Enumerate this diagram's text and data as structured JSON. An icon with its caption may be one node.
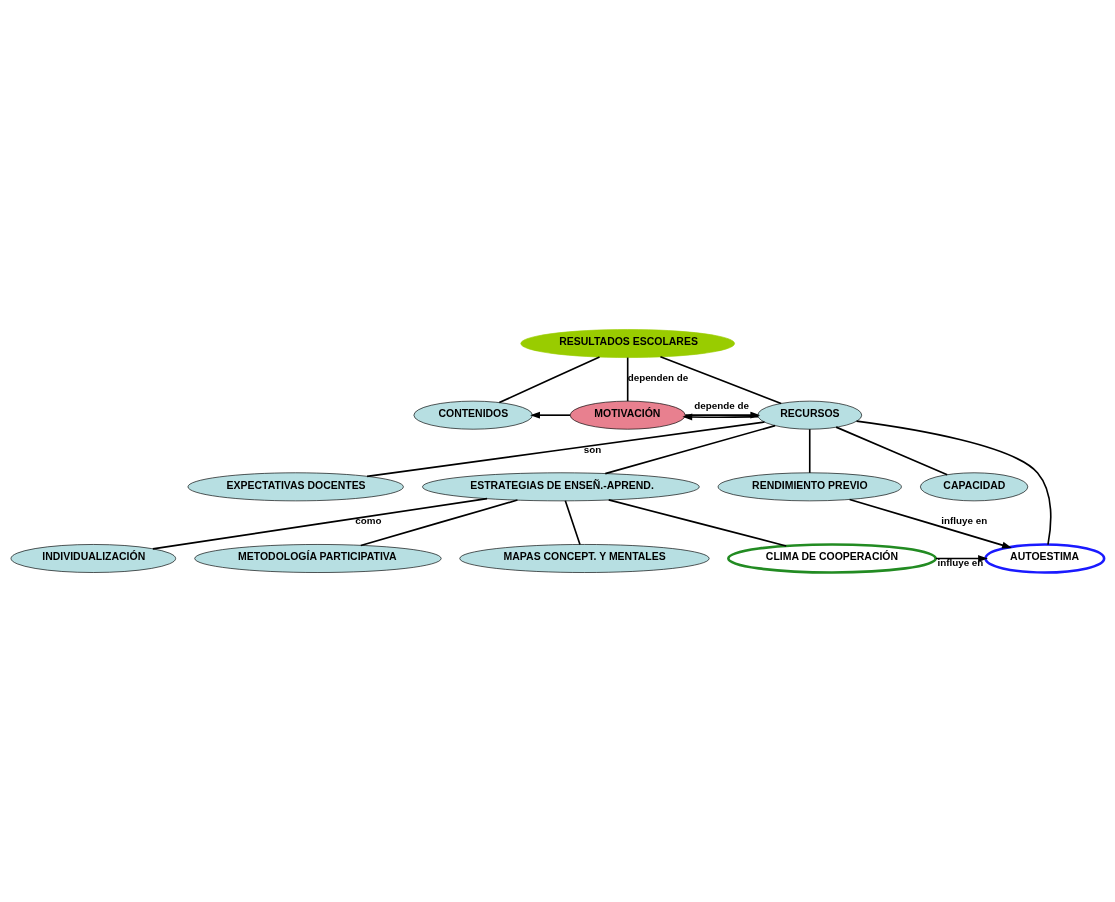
{
  "diagram": {
    "nodes": [
      {
        "text": [
          "RESULTADOS ESCOLARES"
        ]
      },
      {
        "text": [
          "CONTENIDOS"
        ]
      },
      {
        "text": [
          "MOTIVACIÓN"
        ]
      },
      {
        "text": [
          "RECURSOS"
        ]
      },
      {
        "text": [
          "EXPECTATIVAS DOCENTES"
        ]
      },
      {
        "text": [
          "ESTRATEGIAS DE ENSEÑ.-APREND."
        ]
      },
      {
        "text": [
          "RENDIMIENTO PREVIO"
        ]
      },
      {
        "text": [
          "CAPACIDAD"
        ]
      },
      {
        "text": [
          "AUTOESTIMA"
        ]
      },
      {
        "text": [
          "INDIVIDUALIZACIÓN"
        ]
      },
      {
        "text": [
          "METODOLOGÍA PARTICIPATIVA"
        ]
      },
      {
        "text": [
          "MAPAS CONCEPT. Y MENTALES"
        ]
      },
      {
        "text": [
          "CLIMA DE COOPERACIÓN"
        ]
      }
    ],
    "edges": [
      {
        "from": 0,
        "to": 2,
        "arrow": "none",
        "label": "dependen de"
      },
      {
        "from": 0,
        "to": 1,
        "arrow": "none"
      },
      {
        "from": 0,
        "to": 3,
        "arrow": "none"
      },
      {
        "from": 2,
        "to": 1,
        "arrow": "to"
      },
      {
        "from": 2,
        "to": 3,
        "arrow": "to",
        "label": "depende de"
      },
      {
        "from": 3,
        "to": 2,
        "arrow": "to"
      },
      {
        "from": 3,
        "to": 4,
        "arrow": "none",
        "label": "son"
      },
      {
        "from": 3,
        "to": 5,
        "arrow": "none"
      },
      {
        "from": 3,
        "to": 6,
        "arrow": "none"
      },
      {
        "from": 3,
        "to": 7,
        "arrow": "none"
      },
      {
        "from": 3,
        "to": 8,
        "arrow": "none"
      },
      {
        "from": 5,
        "to": 9,
        "arrow": "none",
        "label": "como"
      },
      {
        "from": 5,
        "to": 10,
        "arrow": "none"
      },
      {
        "from": 5,
        "to": 11,
        "arrow": "none"
      },
      {
        "from": 5,
        "to": 12,
        "arrow": "none"
      },
      {
        "from": 6,
        "to": 8,
        "arrow": "to",
        "label": "influye en"
      },
      {
        "from": 12,
        "to": 8,
        "arrow": "to",
        "label": "influye en"
      }
    ]
  }
}
